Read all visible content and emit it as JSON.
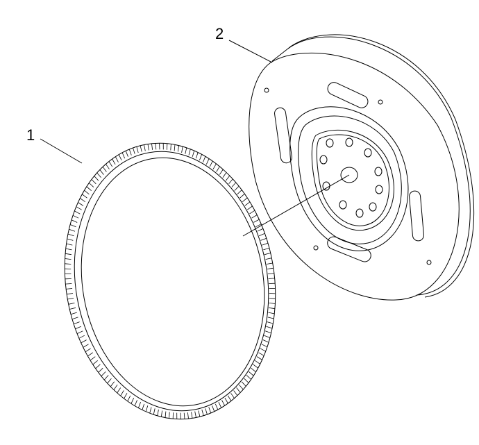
{
  "callouts": [
    {
      "label": "1",
      "part": "ring-gear"
    },
    {
      "label": "2",
      "part": "flywheel"
    }
  ],
  "colors": {
    "line": "#000000",
    "background": "#ffffff"
  }
}
